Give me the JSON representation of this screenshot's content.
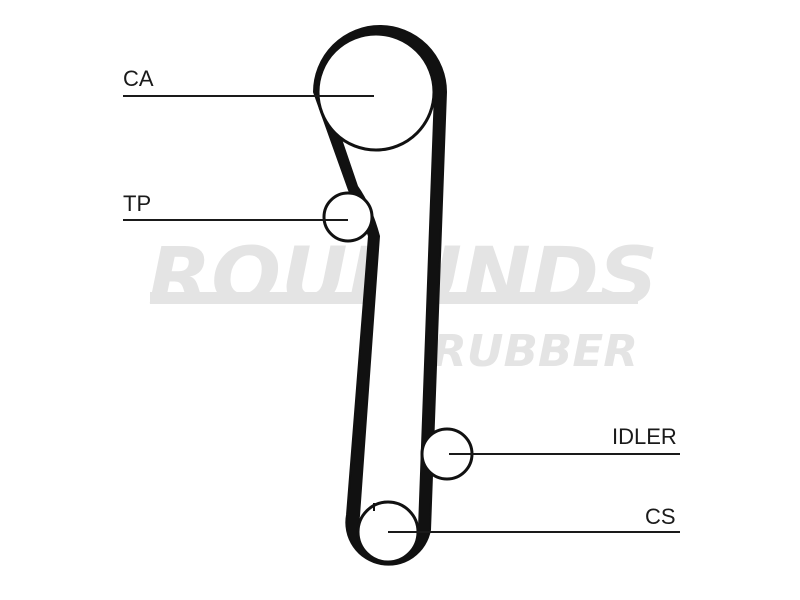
{
  "watermark": {
    "line1": "ROULUNDS",
    "line2": "RUBBER"
  },
  "labels": {
    "ca": "CA",
    "tp": "TP",
    "idler": "IDLER",
    "cs": "CS"
  },
  "colors": {
    "belt": "#111111",
    "line": "#1a1a1a",
    "watermark": "#e4e4e4"
  }
}
